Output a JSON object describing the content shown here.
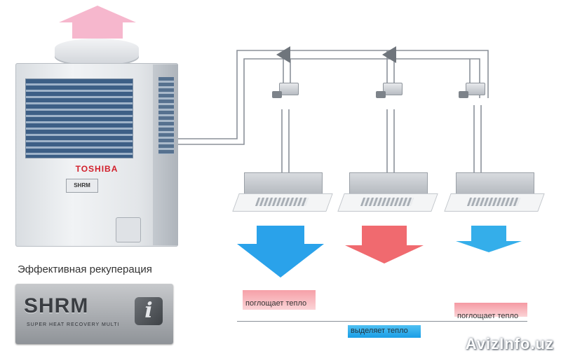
{
  "outdoor_unit": {
    "brand": "TOSHIBA",
    "plate": "SHRM"
  },
  "caption": "Эффективная рекуперация",
  "badge": {
    "title": "SHRM",
    "subtitle": "SUPER HEAT RECOVERY MULTI",
    "logo_letter": "i"
  },
  "labels": {
    "left": "поглощает тепло",
    "middle": "выделяет тепло",
    "right": "поглощает тепло"
  },
  "watermark": "AvizInfo.uz",
  "colors": {
    "hot_arrow": "#f6aac4",
    "cool_arrow": "#1f9ae6",
    "heat_arrow": "#f06a6f",
    "brand_red": "#d21f2b"
  }
}
